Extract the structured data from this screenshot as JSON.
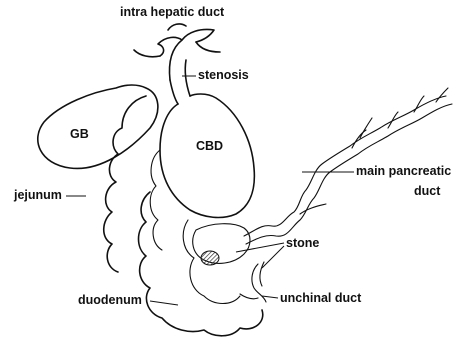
{
  "labels": {
    "intra_hepatic_duct": "intra hepatic duct",
    "stenosis": "stenosis",
    "gb": "GB",
    "cbd": "CBD",
    "main_pancreatic_duct_line1": "main pancreatic",
    "main_pancreatic_duct_line2": "duct",
    "jejunum": "jejunum",
    "stone": "stone",
    "duodenum": "duodenum",
    "unchinal_duct": "unchinal duct"
  },
  "colors": {
    "ink": "#111111",
    "background": "#ffffff",
    "stone_hatch": "#333333"
  }
}
